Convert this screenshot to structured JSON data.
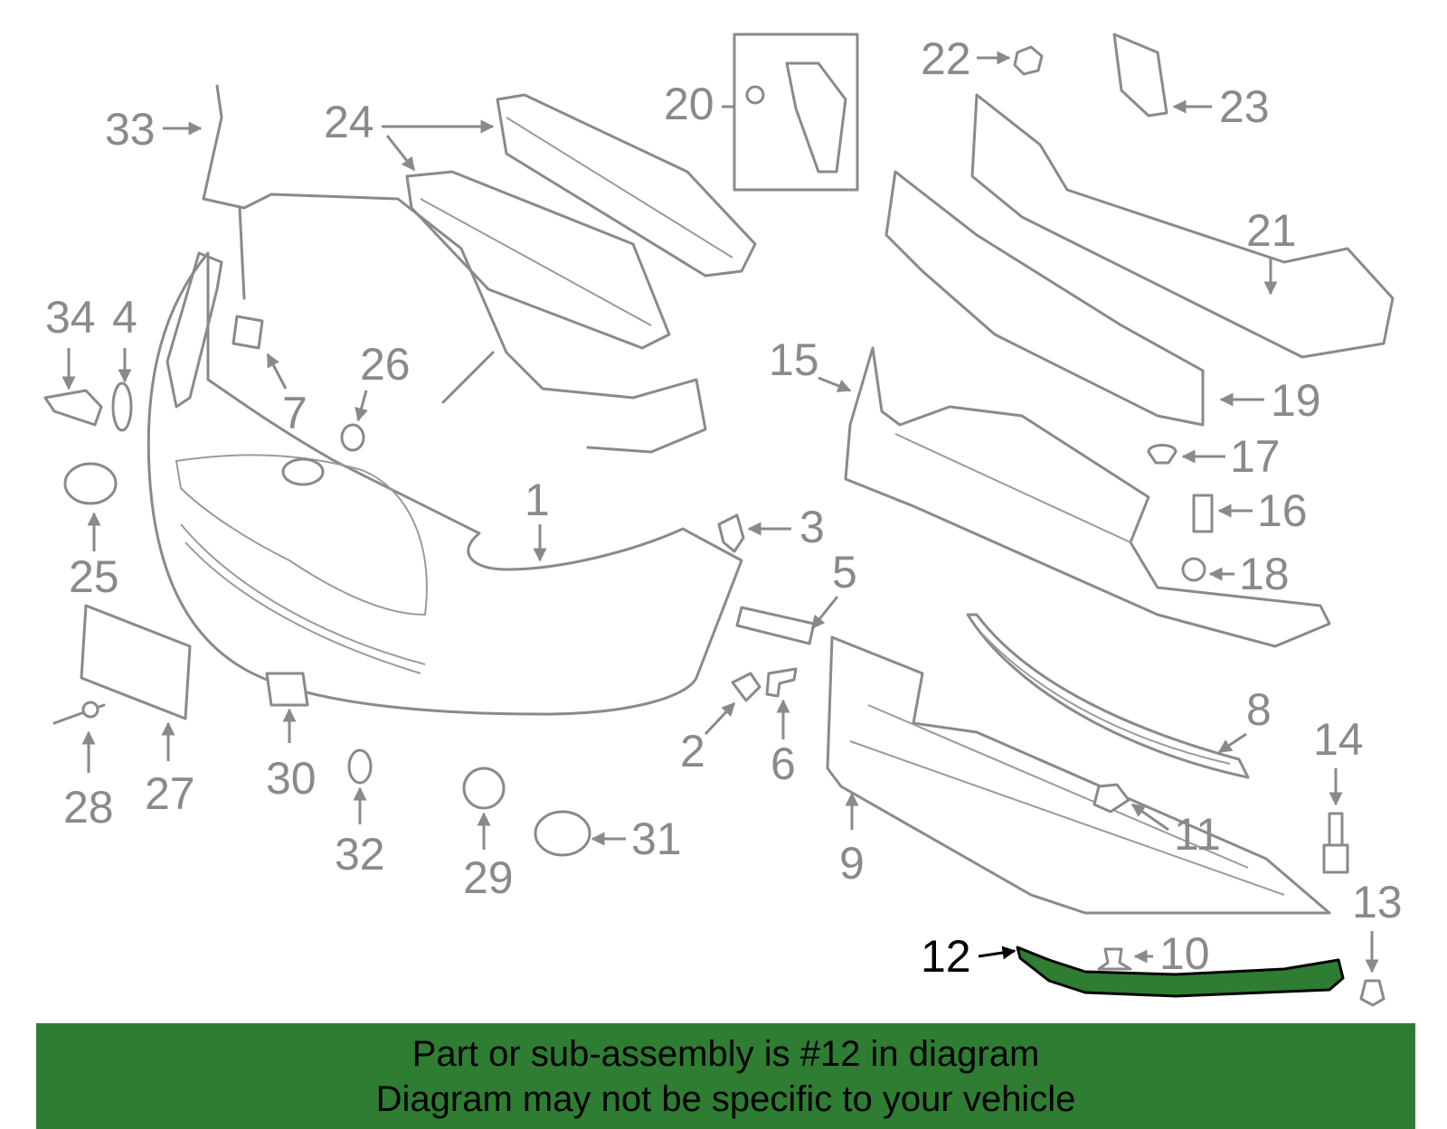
{
  "diagram": {
    "callouts": [
      "1",
      "2",
      "3",
      "4",
      "5",
      "6",
      "7",
      "8",
      "9",
      "10",
      "11",
      "12",
      "13",
      "14",
      "15",
      "16",
      "17",
      "18",
      "19",
      "20",
      "21",
      "22",
      "23",
      "24",
      "25",
      "26",
      "27",
      "28",
      "29",
      "30",
      "31",
      "32",
      "33",
      "34"
    ],
    "highlighted_part": "12",
    "highlight_color": "#2e7d32",
    "line_color": "#8a8a8a"
  },
  "banner": {
    "line1": "Part or sub-assembly is #12 in diagram",
    "line2": "Diagram may not be specific to your vehicle",
    "background": "#2e7d32"
  }
}
